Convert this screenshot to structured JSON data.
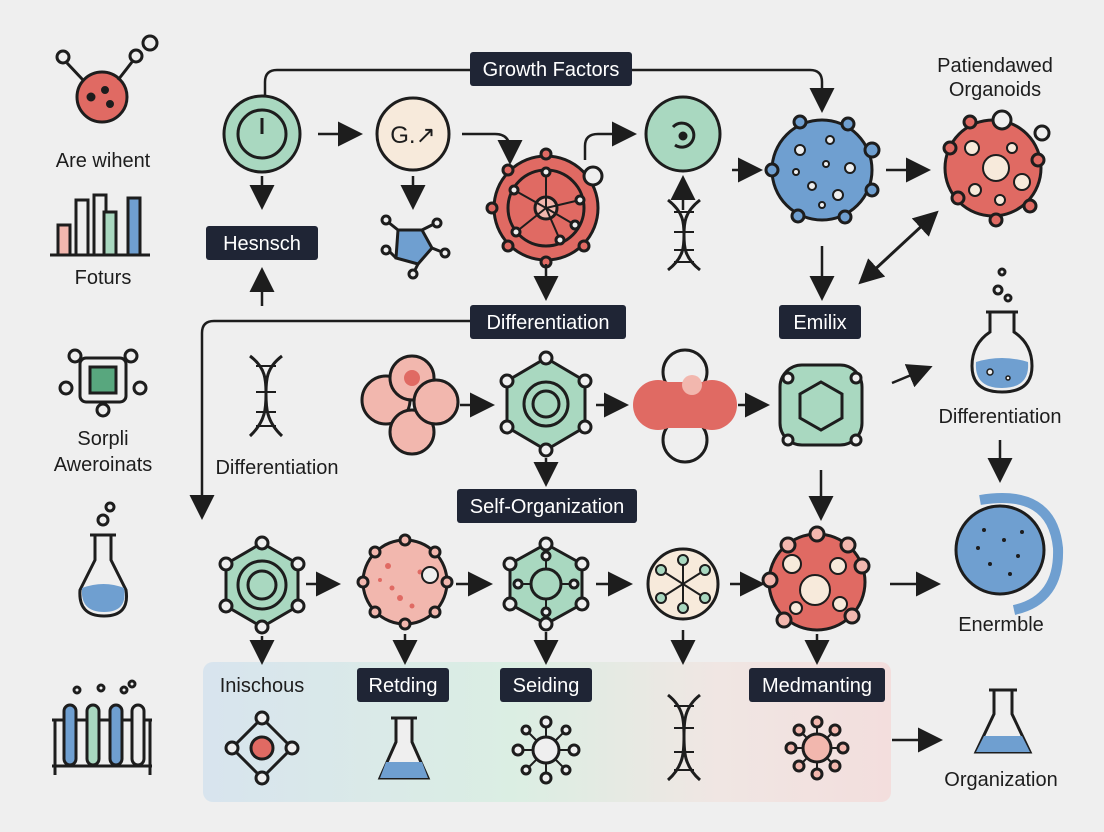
{
  "colors": {
    "background": "#efefef",
    "ink": "#1d1d1d",
    "label_box": "#1f2535",
    "green": "#a9d8c0",
    "red": "#e06a63",
    "pink": "#f2b7ae",
    "blue": "#6f9fd0",
    "cream": "#f7eadb"
  },
  "labels": {
    "growth_factors": "Growth Factors",
    "patient_derived_line1": "Patiendawed",
    "patient_derived_line2": "Organoids",
    "are_when": "Are wihent",
    "factors": "Foturs",
    "hesnsch": "Hesnsch",
    "differentiation_center": "Differentiation",
    "emilix": "Emilix",
    "sorpli_line1": "Sorpli",
    "sorpli_line2": "Aweroinats",
    "differentiation_left": "Differentiation",
    "differentiation_right": "Differentiation",
    "self_organization": "Self-Organization",
    "enermble": "Enermble",
    "inischous": "Inischous",
    "retding": "Retding",
    "seiding": "Seiding",
    "medmanting": "Medmanting",
    "organization": "Organization",
    "node_text": "G.↗"
  },
  "icons": [
    "cell-icon",
    "bar-chart-icon",
    "chip-icon",
    "flask-icon",
    "test-tubes-icon",
    "dial-icon",
    "arrow-cell-icon",
    "molecule-icon",
    "red-organoid-icon",
    "rotate-cell-icon",
    "dna-icon",
    "blue-organoid-icon",
    "patient-organoid-icon",
    "hexagon-icon",
    "red-cluster-icon",
    "green-hexagon-icon",
    "network-icon",
    "pink-organoid-icon",
    "blue-sphere-icon",
    "beaker-icon",
    "erlenmeyer-icon"
  ]
}
